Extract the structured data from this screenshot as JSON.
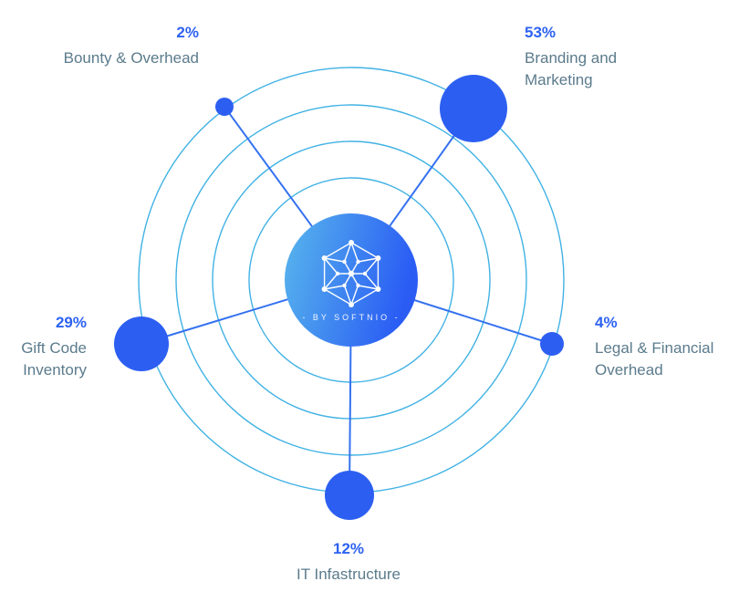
{
  "chart_data": {
    "type": "pie",
    "title": "",
    "categories": [
      "Branding and Marketing",
      "Legal & Financial Overhead",
      "IT Infastructure",
      "Gift Code Inventory",
      "Bounty & Overhead"
    ],
    "values": [
      53,
      4,
      12,
      29,
      2
    ],
    "unit": "%",
    "layout": "radial-orbit-bubbles",
    "legend_position": "labels-around-nodes",
    "orbit_count": 4
  },
  "labels": {
    "bounty": {
      "pct": "2%",
      "name": "Bounty & Overhead"
    },
    "branding": {
      "pct": "53%",
      "name": "Branding and Marketing"
    },
    "legal": {
      "pct": "4%",
      "name": "Legal & Financial Overhead"
    },
    "it": {
      "pct": "12%",
      "name": "IT Infastructure"
    },
    "gift": {
      "pct": "29%",
      "name": "Gift Code Inventory"
    }
  },
  "center": {
    "caption": "- BY SOFTNIO -"
  },
  "icons": {
    "logo": "token-network-icon"
  },
  "colors": {
    "percent_text": "#2d62f3",
    "label_text": "#5b7b8c",
    "orbit_ring": "#41b2e4",
    "spoke_line": "#3572f0",
    "node_fill": "#2c5ff1",
    "center_gradient_start": "#58b7ec",
    "center_gradient_end": "#2a5cf4"
  }
}
